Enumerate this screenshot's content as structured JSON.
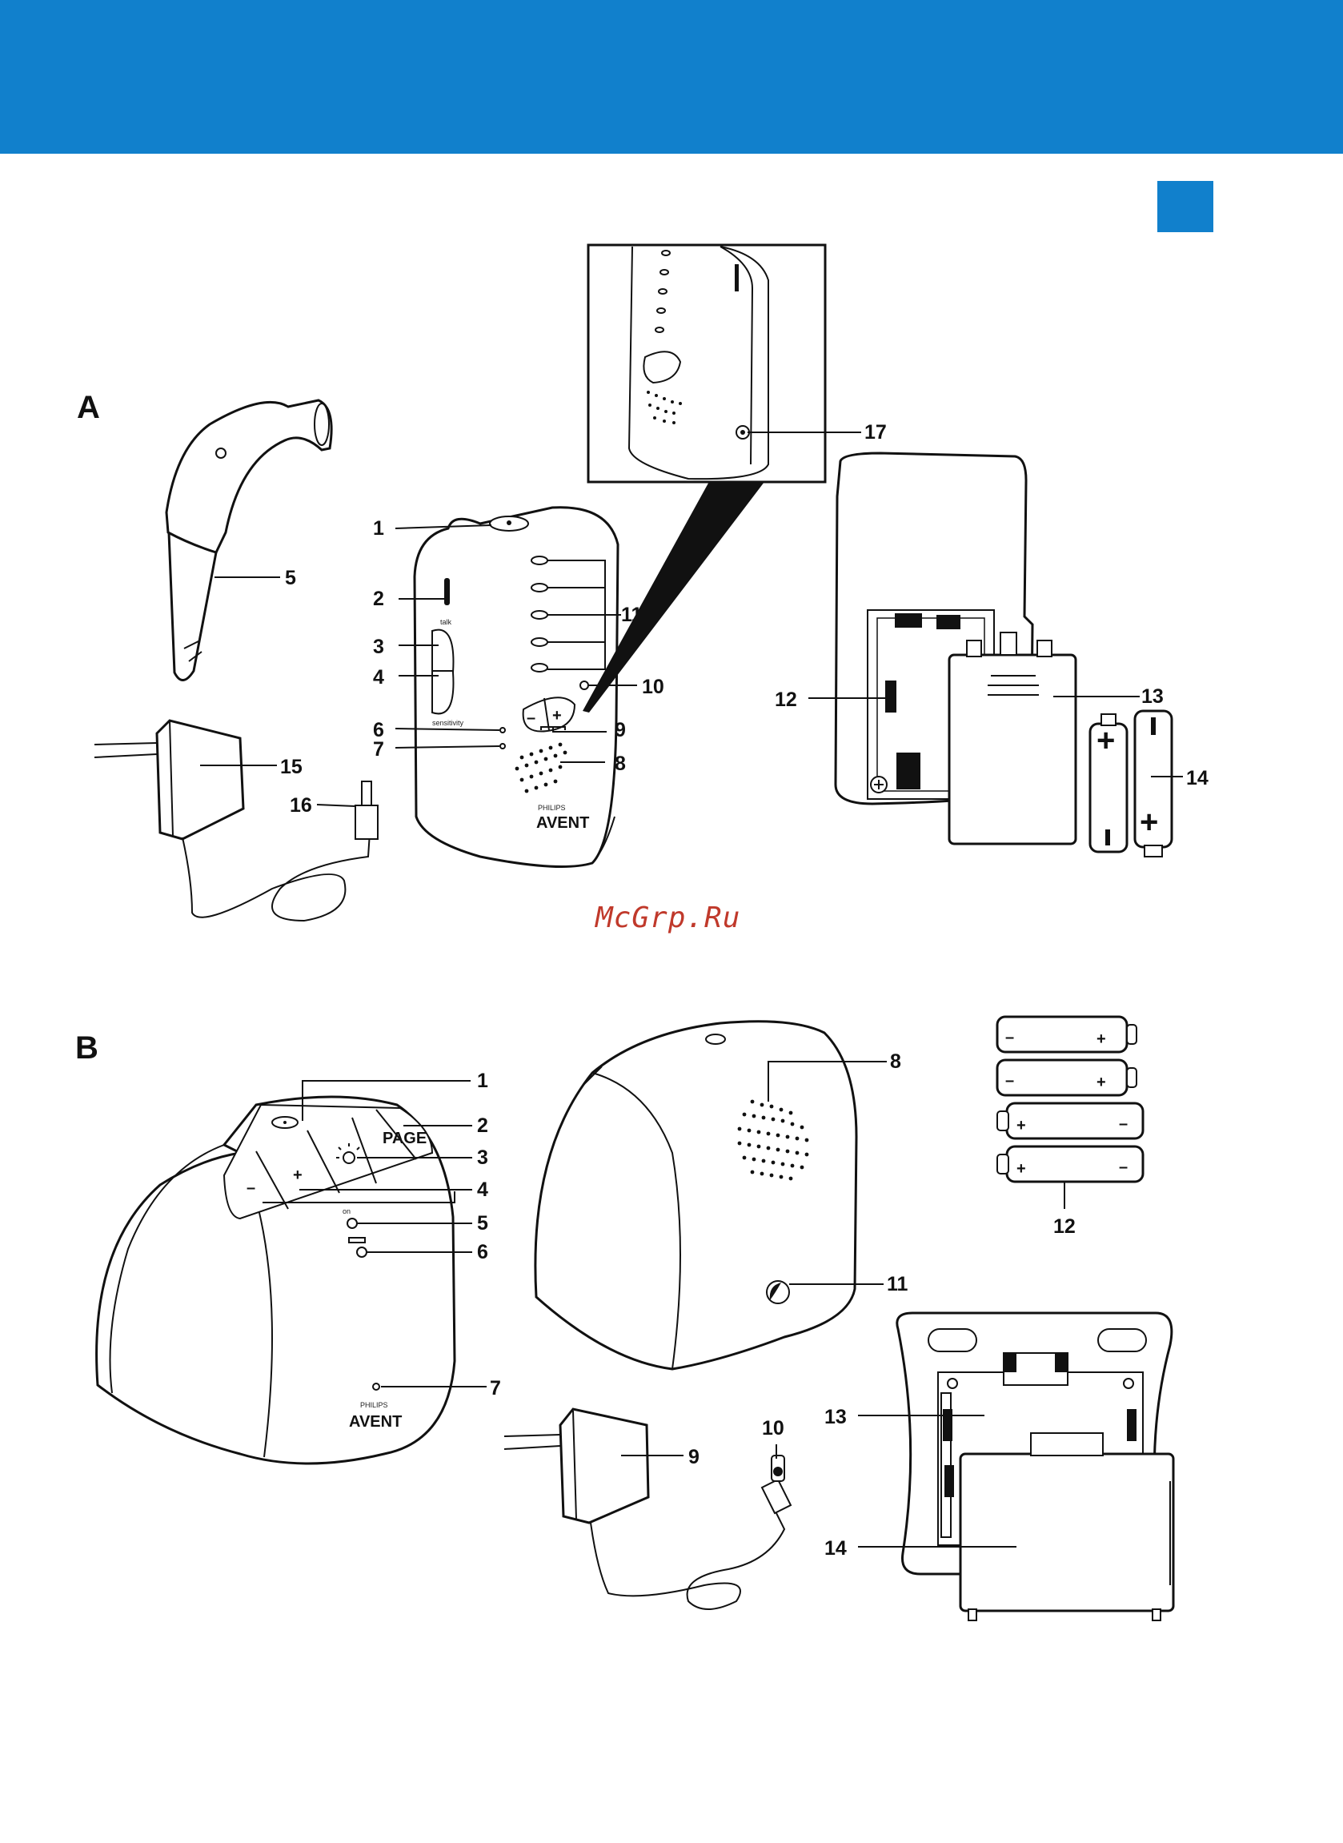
{
  "colors": {
    "header": "#1180cc",
    "ink": "#111111",
    "watermark": "#c0392b"
  },
  "watermark": "McGrp.Ru",
  "sections": {
    "a": "A",
    "b": "B"
  },
  "section_a": {
    "labels": [
      "1",
      "2",
      "3",
      "4",
      "5",
      "6",
      "7",
      "8",
      "9",
      "10",
      "11",
      "12",
      "13",
      "14",
      "15",
      "16",
      "17"
    ],
    "unit_text": {
      "talk": "talk",
      "sensitivity": "sensitivity",
      "brand": "PHILIPS",
      "logo": "AVENT"
    }
  },
  "section_b": {
    "labels": [
      "1",
      "2",
      "3",
      "4",
      "5",
      "6",
      "7",
      "8",
      "9",
      "10",
      "11",
      "12",
      "13",
      "14"
    ],
    "buttons": {
      "page": "PAGE",
      "plus": "+",
      "minus": "–"
    },
    "unit_text": {
      "on": "on",
      "brand": "PHILIPS",
      "logo": "AVENT"
    }
  },
  "battery_signs": {
    "plus": "+",
    "minus": "–"
  }
}
